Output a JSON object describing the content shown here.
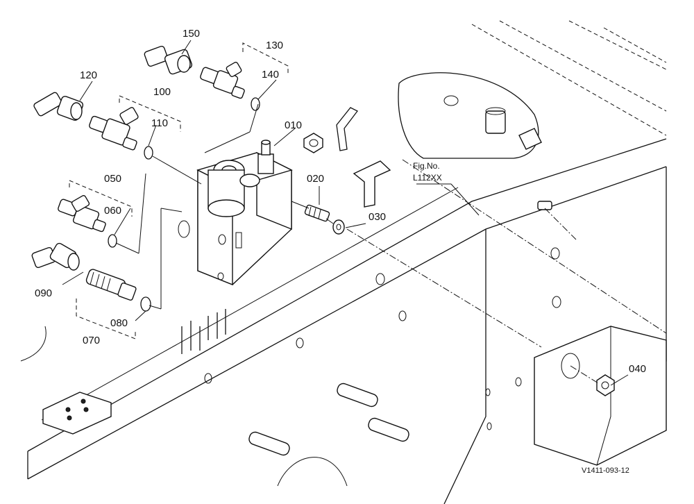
{
  "parts": [
    {
      "id": "p010",
      "label": "010"
    },
    {
      "id": "p020",
      "label": "020"
    },
    {
      "id": "p030",
      "label": "030"
    },
    {
      "id": "p040",
      "label": "040"
    },
    {
      "id": "p050",
      "label": "050"
    },
    {
      "id": "p060",
      "label": "060"
    },
    {
      "id": "p070",
      "label": "070"
    },
    {
      "id": "p080",
      "label": "080"
    },
    {
      "id": "p090",
      "label": "090"
    },
    {
      "id": "p100",
      "label": "100"
    },
    {
      "id": "p110",
      "label": "110"
    },
    {
      "id": "p120",
      "label": "120"
    },
    {
      "id": "p130",
      "label": "130"
    },
    {
      "id": "p140",
      "label": "140"
    },
    {
      "id": "p150",
      "label": "150"
    }
  ],
  "figure_ref": {
    "line1": "Fig.No.",
    "line2": "L112XX"
  },
  "drawing_number": "V1411-093-12"
}
